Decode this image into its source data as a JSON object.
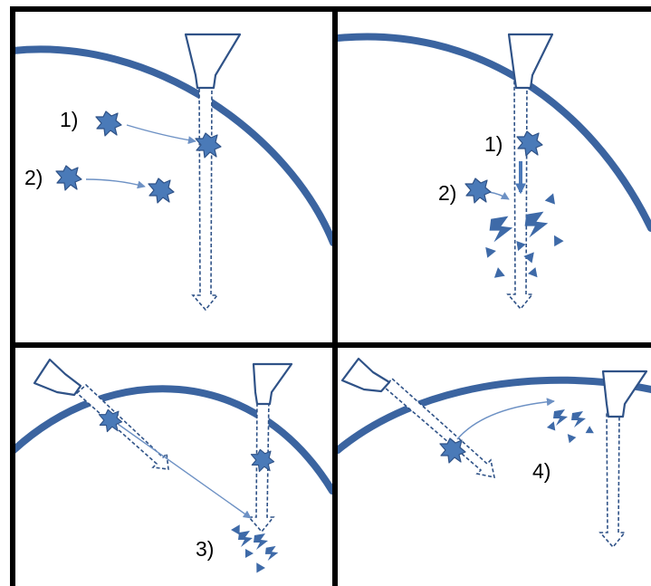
{
  "labels": {
    "step1": "1)",
    "step2": "2)",
    "step3": "3)",
    "step4": "4)"
  },
  "colors": {
    "cell_wall": "#3b64a0",
    "particle": "#4a7ab8",
    "arrow": "#6d91c4",
    "frame": "#000000"
  }
}
